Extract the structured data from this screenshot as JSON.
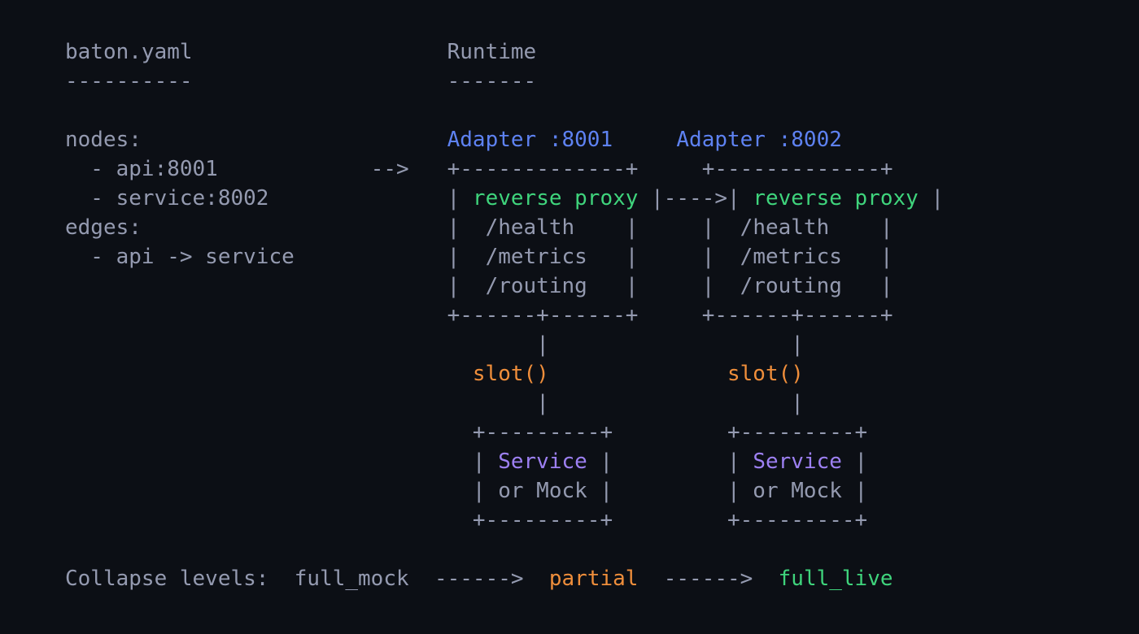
{
  "colors": {
    "background": "#0c0f15",
    "gray": "#949ab0",
    "blue": "#5e82f2",
    "green": "#3fd47c",
    "orange": "#ef8e3b",
    "purple": "#9d80f2"
  },
  "terminal": {
    "lines": [
      {
        "name": "row-titles",
        "segments": [
          {
            "col": 0,
            "text": "baton.yaml",
            "color": "gray",
            "name": "config-filename"
          },
          {
            "col": 30,
            "text": "Runtime",
            "color": "gray",
            "name": "runtime-heading"
          }
        ]
      },
      {
        "name": "row-title-underlines",
        "segments": [
          {
            "col": 0,
            "text": "----------",
            "color": "gray",
            "name": "config-underline"
          },
          {
            "col": 30,
            "text": "-------",
            "color": "gray",
            "name": "runtime-underline"
          }
        ]
      },
      {
        "name": "row-blank",
        "segments": []
      },
      {
        "name": "row-adapter-titles",
        "segments": [
          {
            "col": 0,
            "text": "nodes:",
            "color": "gray",
            "name": "yaml-nodes-key"
          },
          {
            "col": 30,
            "text": "Adapter :8001",
            "color": "blue",
            "name": "adapter1-title"
          },
          {
            "col": 48,
            "text": "Adapter :8002",
            "color": "blue",
            "name": "adapter2-title"
          }
        ]
      },
      {
        "name": "row-adapter-box-top",
        "segments": [
          {
            "col": 0,
            "text": "  - api:8001",
            "color": "gray",
            "name": "yaml-node-api"
          },
          {
            "col": 24,
            "text": "-->",
            "color": "gray",
            "name": "config-to-runtime-arrow"
          },
          {
            "col": 30,
            "text": "+-------------+",
            "color": "gray",
            "name": "adapter1-border-top"
          },
          {
            "col": 50,
            "text": "+-------------+",
            "color": "gray",
            "name": "adapter2-border-top"
          }
        ]
      },
      {
        "name": "row-reverse-proxy",
        "segments": [
          {
            "col": 0,
            "text": "  - service:8002",
            "color": "gray",
            "name": "yaml-node-service"
          },
          {
            "col": 30,
            "text": "|",
            "color": "gray",
            "name": "adapter1-wall-left"
          },
          {
            "col": 32,
            "text": "reverse proxy",
            "color": "green",
            "name": "adapter1-reverse-proxy-label"
          },
          {
            "col": 46,
            "text": "|---->|",
            "color": "gray",
            "name": "adapter1-to-adapter2-arrow"
          },
          {
            "col": 54,
            "text": "reverse proxy",
            "color": "green",
            "name": "adapter2-reverse-proxy-label"
          },
          {
            "col": 68,
            "text": "|",
            "color": "gray",
            "name": "adapter2-wall-right"
          }
        ]
      },
      {
        "name": "row-health-routes",
        "segments": [
          {
            "col": 0,
            "text": "edges:",
            "color": "gray",
            "name": "yaml-edges-key"
          },
          {
            "col": 30,
            "text": "|  /health    |",
            "color": "gray",
            "name": "adapter1-health-route"
          },
          {
            "col": 50,
            "text": "|  /health    |",
            "color": "gray",
            "name": "adapter2-health-route"
          }
        ]
      },
      {
        "name": "row-metrics-routes",
        "segments": [
          {
            "col": 0,
            "text": "  - api -> service",
            "color": "gray",
            "name": "yaml-edge-api-service"
          },
          {
            "col": 30,
            "text": "|  /metrics   |",
            "color": "gray",
            "name": "adapter1-metrics-route"
          },
          {
            "col": 50,
            "text": "|  /metrics   |",
            "color": "gray",
            "name": "adapter2-metrics-route"
          }
        ]
      },
      {
        "name": "row-routing-routes",
        "segments": [
          {
            "col": 30,
            "text": "|  /routing   |",
            "color": "gray",
            "name": "adapter1-routing-route"
          },
          {
            "col": 50,
            "text": "|  /routing   |",
            "color": "gray",
            "name": "adapter2-routing-route"
          }
        ]
      },
      {
        "name": "row-adapter-box-bottom",
        "segments": [
          {
            "col": 30,
            "text": "+------+------+",
            "color": "gray",
            "name": "adapter1-border-bottom"
          },
          {
            "col": 50,
            "text": "+------+------+",
            "color": "gray",
            "name": "adapter2-border-bottom"
          }
        ]
      },
      {
        "name": "row-slot-connector-top",
        "segments": [
          {
            "col": 37,
            "text": "|",
            "color": "gray",
            "name": "adapter1-slot-connector"
          },
          {
            "col": 57,
            "text": "|",
            "color": "gray",
            "name": "adapter2-slot-connector"
          }
        ]
      },
      {
        "name": "row-slot-labels",
        "segments": [
          {
            "col": 32,
            "text": "slot()",
            "color": "orange",
            "name": "adapter1-slot-label"
          },
          {
            "col": 52,
            "text": "slot()",
            "color": "orange",
            "name": "adapter2-slot-label"
          }
        ]
      },
      {
        "name": "row-slot-connector-bottom",
        "segments": [
          {
            "col": 37,
            "text": "|",
            "color": "gray",
            "name": "service1-connector"
          },
          {
            "col": 57,
            "text": "|",
            "color": "gray",
            "name": "service2-connector"
          }
        ]
      },
      {
        "name": "row-service-box-top",
        "segments": [
          {
            "col": 32,
            "text": "+---------+",
            "color": "gray",
            "name": "service1-border-top"
          },
          {
            "col": 52,
            "text": "+---------+",
            "color": "gray",
            "name": "service2-border-top"
          }
        ]
      },
      {
        "name": "row-service-labels",
        "segments": [
          {
            "col": 32,
            "text": "|",
            "color": "gray",
            "name": "service1-wall-left"
          },
          {
            "col": 34,
            "text": "Service",
            "color": "purple",
            "name": "service1-label"
          },
          {
            "col": 42,
            "text": "|",
            "color": "gray",
            "name": "service1-wall-right"
          },
          {
            "col": 52,
            "text": "|",
            "color": "gray",
            "name": "service2-wall-left"
          },
          {
            "col": 54,
            "text": "Service",
            "color": "purple",
            "name": "service2-label"
          },
          {
            "col": 62,
            "text": "|",
            "color": "gray",
            "name": "service2-wall-right"
          }
        ]
      },
      {
        "name": "row-or-mock-labels",
        "segments": [
          {
            "col": 32,
            "text": "| or Mock |",
            "color": "gray",
            "name": "service1-or-mock-label"
          },
          {
            "col": 52,
            "text": "| or Mock |",
            "color": "gray",
            "name": "service2-or-mock-label"
          }
        ]
      },
      {
        "name": "row-service-box-bottom",
        "segments": [
          {
            "col": 32,
            "text": "+---------+",
            "color": "gray",
            "name": "service1-border-bottom"
          },
          {
            "col": 52,
            "text": "+---------+",
            "color": "gray",
            "name": "service2-border-bottom"
          }
        ]
      },
      {
        "name": "row-blank-2",
        "segments": []
      },
      {
        "name": "row-collapse-levels",
        "segments": [
          {
            "col": 0,
            "text": "Collapse levels:",
            "color": "gray",
            "name": "collapse-levels-label"
          },
          {
            "col": 18,
            "text": "full_mock",
            "color": "gray",
            "name": "level-full-mock"
          },
          {
            "col": 29,
            "text": "------>",
            "color": "gray",
            "name": "collapse-arrow-1"
          },
          {
            "col": 38,
            "text": "partial",
            "color": "orange",
            "name": "level-partial"
          },
          {
            "col": 47,
            "text": "------>",
            "color": "gray",
            "name": "collapse-arrow-2"
          },
          {
            "col": 56,
            "text": "full_live",
            "color": "green",
            "name": "level-full-live"
          }
        ]
      }
    ]
  }
}
